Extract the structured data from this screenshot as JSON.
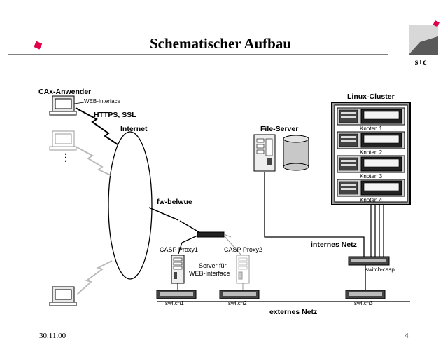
{
  "title": "Schematischer Aufbau",
  "logo": {
    "text": "s+c"
  },
  "labels": {
    "cax_user": "CAx-Anwender",
    "web_interface": "WEB-Interface",
    "https_ssl": "HTTPS, SSL",
    "internet": "Internet",
    "fw": "fw-belwue",
    "proxy1": "CASP Proxy1",
    "proxy2": "CASP Proxy2",
    "server_for": "Server für",
    "server_for2": "WEB-Interface",
    "file_server": "File-Server",
    "linux_cluster": "Linux-Cluster",
    "internes_netz": "internes Netz",
    "externes_netz": "externes Netz",
    "switch_casp": "switch-casp",
    "switch1": "switch1",
    "switch2": "switch2",
    "switch3": "switch3",
    "dots": "⋮"
  },
  "nodes": [
    "Knoten 1",
    "Knoten 2",
    "Knoten 3",
    "Knoten 4"
  ],
  "footer": {
    "date": "30.11.00",
    "page": "4"
  },
  "colors": {
    "accent": "#e0004a",
    "gray": "#b4b4b4"
  }
}
